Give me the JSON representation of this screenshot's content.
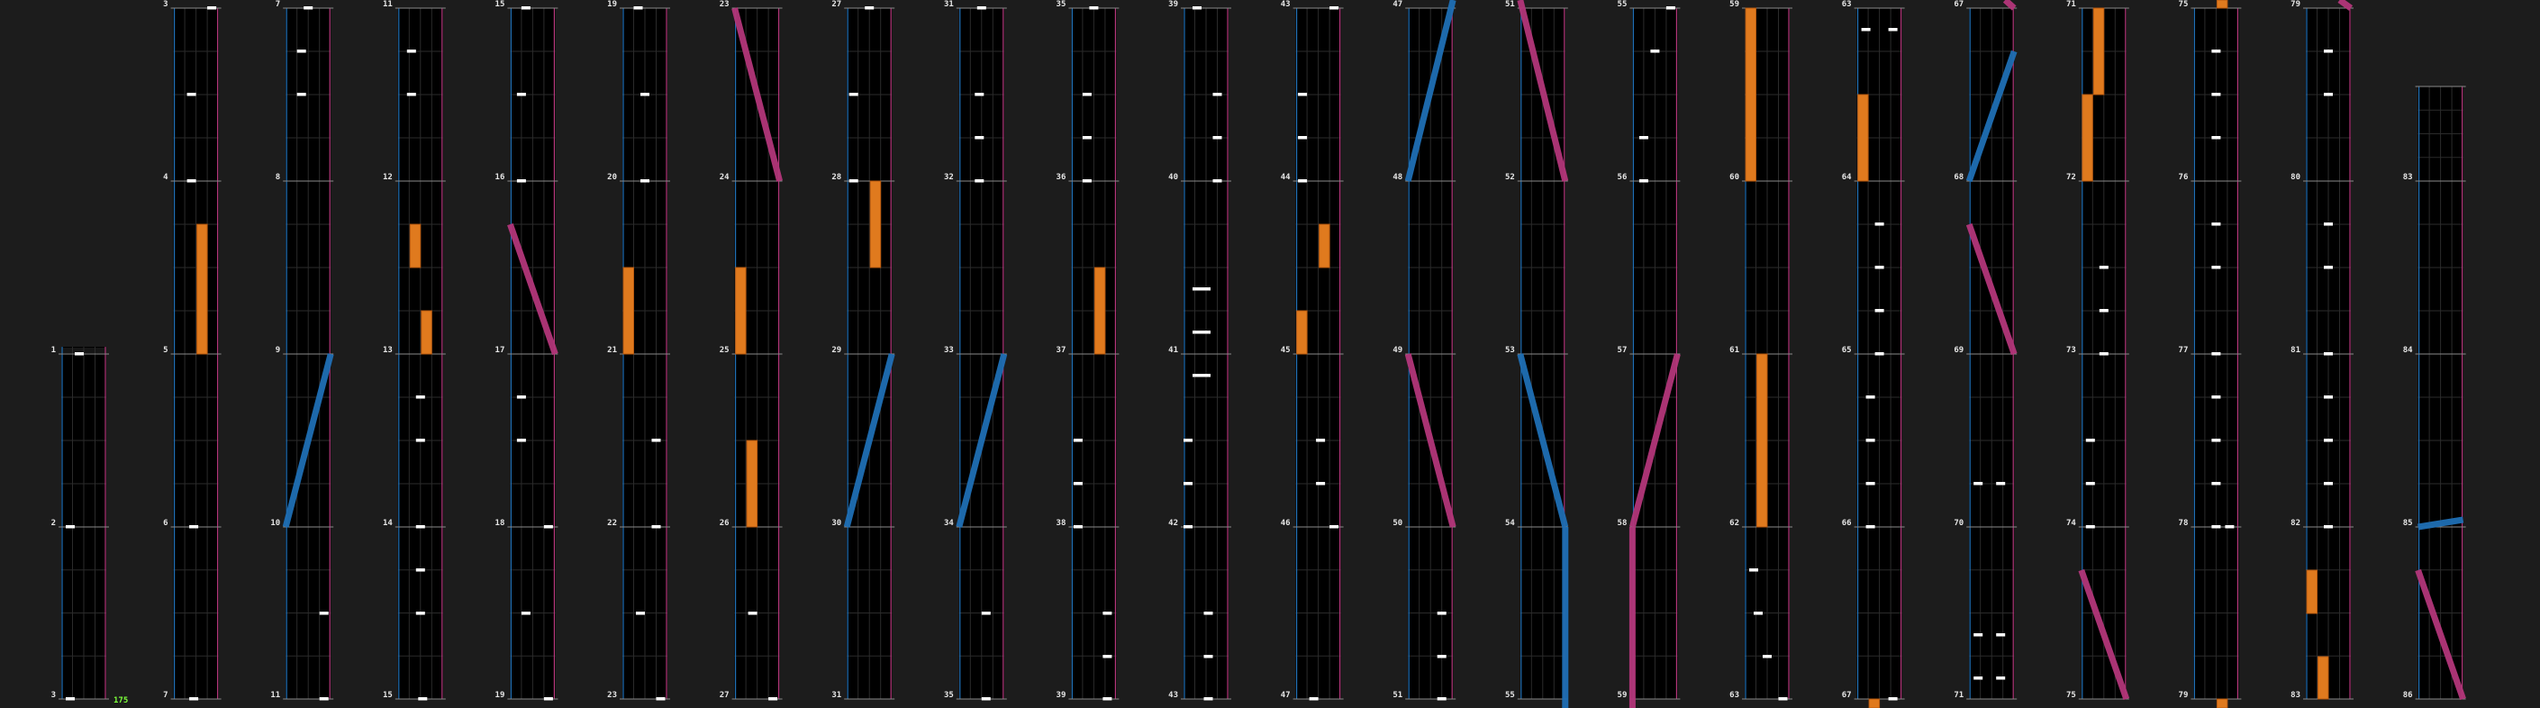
{
  "chart": {
    "bpm": "175",
    "colors": {
      "background": "#1c1c1c",
      "panel": "#000000",
      "grid": "#2b2b2b",
      "measure_line": "#8a8a8a",
      "left_edge": "#1f6fb5",
      "right_edge": "#b3367a",
      "tap_note": "#ffffff",
      "hold_note": "#e07a1e",
      "slide_left": "#1f6fb5",
      "slide_right": "#b3367a",
      "measure_label": "#e6e6e6",
      "bpm_label": "#7cff3a"
    },
    "columns": [
      {
        "labels": [
          "3",
          "2",
          "1"
        ]
      },
      {
        "labels": [
          "7",
          "6",
          "5",
          "4",
          "3"
        ]
      },
      {
        "labels": [
          "11",
          "10",
          "9",
          "8",
          "7"
        ]
      },
      {
        "labels": [
          "15",
          "14",
          "13",
          "12",
          "11"
        ]
      },
      {
        "labels": [
          "19",
          "18",
          "17",
          "16",
          "15"
        ]
      },
      {
        "labels": [
          "23",
          "22",
          "21",
          "20",
          "19"
        ]
      },
      {
        "labels": [
          "27",
          "26",
          "25",
          "24",
          "23"
        ]
      },
      {
        "labels": [
          "31",
          "30",
          "29",
          "28",
          "27"
        ]
      },
      {
        "labels": [
          "35",
          "34",
          "33",
          "32",
          "31"
        ]
      },
      {
        "labels": [
          "39",
          "38",
          "37",
          "36",
          "35"
        ]
      },
      {
        "labels": [
          "43",
          "42",
          "41",
          "40",
          "39"
        ]
      },
      {
        "labels": [
          "47",
          "46",
          "45",
          "44",
          "43"
        ]
      },
      {
        "labels": [
          "51",
          "50",
          "49",
          "48",
          "47"
        ]
      },
      {
        "labels": [
          "55",
          "54",
          "53",
          "52",
          "51"
        ]
      },
      {
        "labels": [
          "59",
          "58",
          "57",
          "56",
          "55"
        ]
      },
      {
        "labels": [
          "63",
          "62",
          "61",
          "60",
          "59"
        ]
      },
      {
        "labels": [
          "67",
          "66",
          "65",
          "64",
          "63"
        ]
      },
      {
        "labels": [
          "71",
          "70",
          "69",
          "68",
          "67"
        ]
      },
      {
        "labels": [
          "75",
          "74",
          "73",
          "72",
          "71"
        ]
      },
      {
        "labels": [
          "79",
          "78",
          "77",
          "76",
          "75"
        ]
      },
      {
        "labels": [
          "83",
          "82",
          "81",
          "80",
          "79"
        ]
      },
      {
        "labels": [
          "86",
          "85",
          "84",
          "83"
        ]
      }
    ]
  }
}
